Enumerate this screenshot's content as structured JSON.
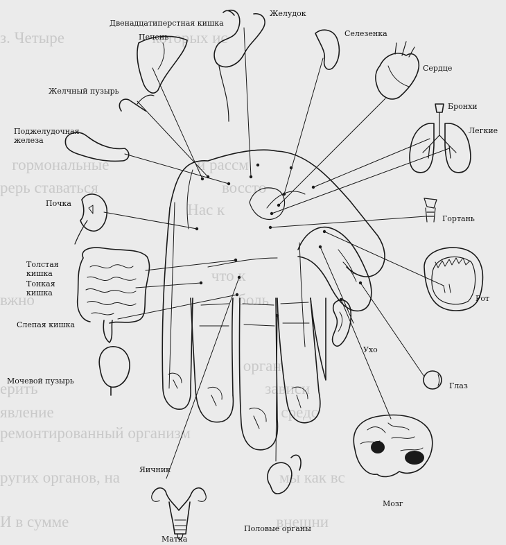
{
  "labels": {
    "duodenum": "Двенадцатиперстная кишка",
    "stomach": "Желудок",
    "liver": "Печень",
    "spleen": "Селезенка",
    "heart": "Сердце",
    "gallbladder": "Желчный пузырь",
    "bronchi": "Бронхи",
    "pancreas": "Поджелудочная железа",
    "lung": "Легкие",
    "kidney": "Почка",
    "larynx": "Гортань",
    "colon": "Толстая кишка",
    "small_intestine": "Тонкая кишка",
    "mouth": "Рот",
    "cecum": "Слепая кишка",
    "ear": "Ухо",
    "bladder": "Мочевой пузырь",
    "eye": "Глаз",
    "ovary": "Яичник",
    "brain": "Мозг",
    "genitals": "Половые органы",
    "uterus": "Матка"
  },
  "colors": {
    "ink": "#1a1a1a",
    "background": "#ebebeb",
    "bleed_through": "#c9c9c9"
  }
}
